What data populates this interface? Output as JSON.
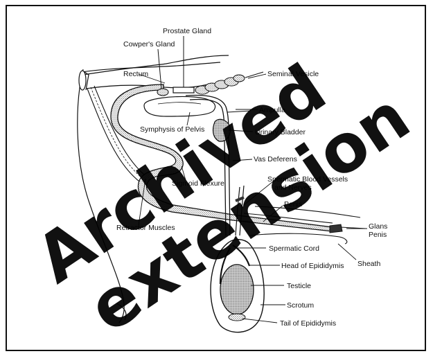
{
  "diagram": {
    "labels": {
      "prostate_gland": "Prostate Gland",
      "cowpers_gland": "Cowper's Gland",
      "rectum": "Rectum",
      "seminal_vesicle": "Seminal Vesicle",
      "ampulla": "Ampulla",
      "symphysis_of_pelvis": "Symphysis of Pelvis",
      "urinary_bladder": "Urinary Bladder",
      "vas_deferens": "Vas Deferens",
      "spermatic_blood_vessels_1": "Spermatic Blood Vessels",
      "spermatic_blood_vessels_2": "and Nerves",
      "sigmoid_flexure": "Sigmoid Flexure",
      "penis": "Penis",
      "retractor_muscles": "Retractor Muscles",
      "glans_penis_1": "Glans",
      "glans_penis_2": "Penis",
      "spermatic_cord": "Spermatic Cord",
      "sheath": "Sheath",
      "head_of_epididymis": "Head of Epididymis",
      "testicle": "Testicle",
      "scrotum": "Scrotum",
      "tail_of_epididymis": "Tail of Epididymis"
    }
  },
  "watermark": {
    "line1": "Archived",
    "line2": "extension"
  },
  "colors": {
    "ink": "#111111",
    "stipple": "#9a9a9a",
    "watermark": "#000000",
    "background": "#ffffff"
  }
}
